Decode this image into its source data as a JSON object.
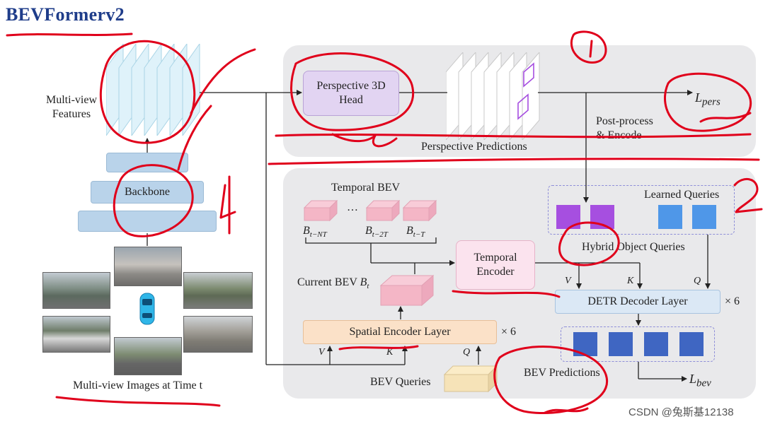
{
  "title": "BEVFormerv2",
  "left": {
    "features_label_line1": "Multi-view",
    "features_label_line2": "Features",
    "backbone": "Backbone",
    "images_caption": "Multi-view Images at Time t"
  },
  "top_panel": {
    "perspective_head_line1": "Perspective 3D",
    "perspective_head_line2": "Head",
    "perspective_predictions": "Perspective Predictions",
    "post_process_line1": "Post-process",
    "post_process_line2": "& Encode",
    "loss_pers": "L",
    "loss_pers_sub": "pers"
  },
  "bottom_panel": {
    "temporal_bev": "Temporal BEV",
    "ellipsis": "…",
    "b_t_nt": "B",
    "b_t_nt_sub": "t−NT",
    "b_t_2t": "B",
    "b_t_2t_sub": "t−2T",
    "b_t_t": "B",
    "b_t_t_sub": "t−T",
    "current_bev": "Current BEV",
    "current_bev_sym": "B",
    "current_bev_sub": "t",
    "temporal_encoder_line1": "Temporal",
    "temporal_encoder_line2": "Encoder",
    "spatial_encoder": "Spatial Encoder Layer",
    "times6_spatial": "× 6",
    "v": "V",
    "k": "K",
    "q": "Q",
    "bev_queries": "BEV Queries",
    "learned_queries": "Learned Queries",
    "hybrid_queries": "Hybrid Object Queries",
    "detr_decoder": "DETR Decoder Layer",
    "times6_detr": "× 6",
    "v2": "V",
    "k2": "K",
    "q2": "Q",
    "bev_predictions": "BEV Predictions",
    "loss_bev": "L",
    "loss_bev_sub": "bev"
  },
  "watermark": "CSDN @兔斯基12138",
  "colors": {
    "title": "#1f3d8a",
    "annotation_red": "#e0001b",
    "feature_cyan": "#d6eef6",
    "purple_head": "#e2d4f2",
    "pink_encoder": "#fbe3ee",
    "spatial_orange": "#fbe1c8",
    "detr_blue": "#dbe8f5",
    "query_purple": "#a64fe0",
    "query_blue": "#4f97e8",
    "bev_pred_blue": "#3f66c2"
  }
}
